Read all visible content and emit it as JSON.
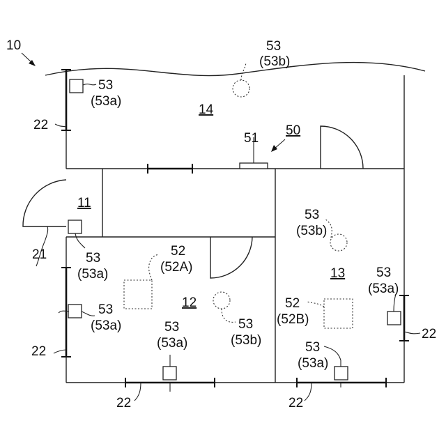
{
  "figure_ref": "10",
  "rooms": {
    "r11": "11",
    "r12": "12",
    "r13": "13",
    "r14": "14"
  },
  "system": "50",
  "controller": "51",
  "doorway": "21",
  "window_label": "22",
  "sensor": {
    "main": "53",
    "sub_a": "(53a)",
    "sub_b": "(53b)"
  },
  "lamp": {
    "main": "52",
    "sub_a": "(52A)",
    "sub_b": "(52B)"
  }
}
